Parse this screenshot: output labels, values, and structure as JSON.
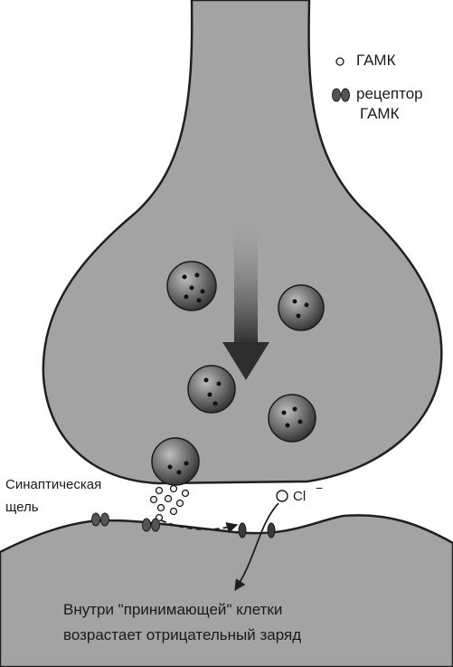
{
  "legend": {
    "gaba_label": "ГАМК",
    "receptor_label_line1": "рецептор",
    "receptor_label_line2": "ГАМК",
    "gaba_icon": "small-circle-icon",
    "receptor_icon": "receptor-pair-icon"
  },
  "labels": {
    "synaptic_cleft_line1": "Синаптическая",
    "synaptic_cleft_line2": "щель",
    "chloride_ion": "Cl",
    "chloride_charge": "−"
  },
  "caption": {
    "line1": "Внутри \"принимающей\" клетки",
    "line2": "возрастает отрицательный заряд"
  },
  "colors": {
    "membrane": "#a3a3a3",
    "outline": "#1f1f1f",
    "vesicle": "#6e6e6e",
    "arrow": "#3a3a3a"
  }
}
